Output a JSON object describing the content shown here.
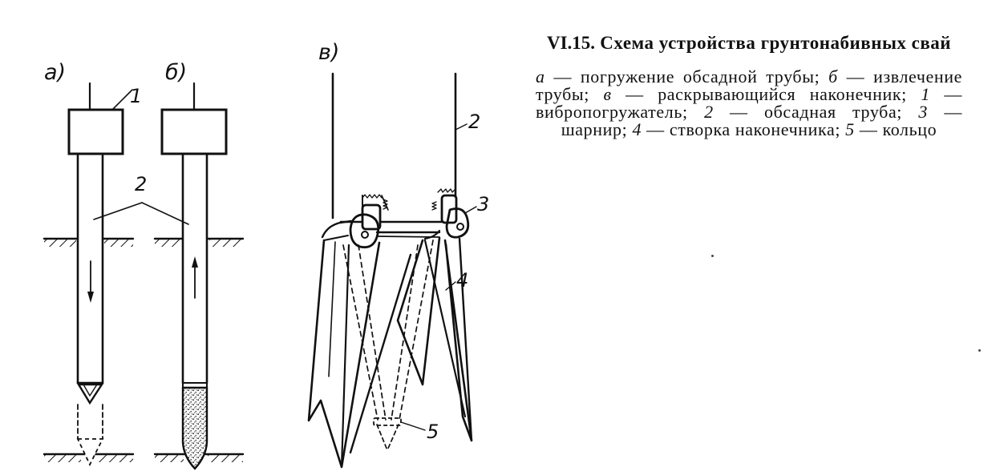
{
  "figure": {
    "panel_a_label": "а)",
    "panel_b_label": "б)",
    "panel_v_label": "в)",
    "callouts": {
      "one": "1",
      "two_ab": "2",
      "two_v": "2",
      "three": "3",
      "four": "4",
      "five": "5"
    }
  },
  "caption": {
    "number": "VI.15.",
    "title": "Схема устройства грунтонабивных свай",
    "items": [
      {
        "key": "а",
        "text": "погружение обсадной трубы;"
      },
      {
        "key": "б",
        "text": "извлечение трубы;"
      },
      {
        "key": "в",
        "text": "раскрывающийся наконечник;"
      },
      {
        "key": "1",
        "text": "вибропогружатель;"
      },
      {
        "key": "2",
        "text": "обсадная труба;"
      },
      {
        "key": "3",
        "text": "шарнир;"
      },
      {
        "key": "4",
        "text": "створка наконечника;"
      },
      {
        "key": "5",
        "text": "кольцо"
      }
    ]
  }
}
